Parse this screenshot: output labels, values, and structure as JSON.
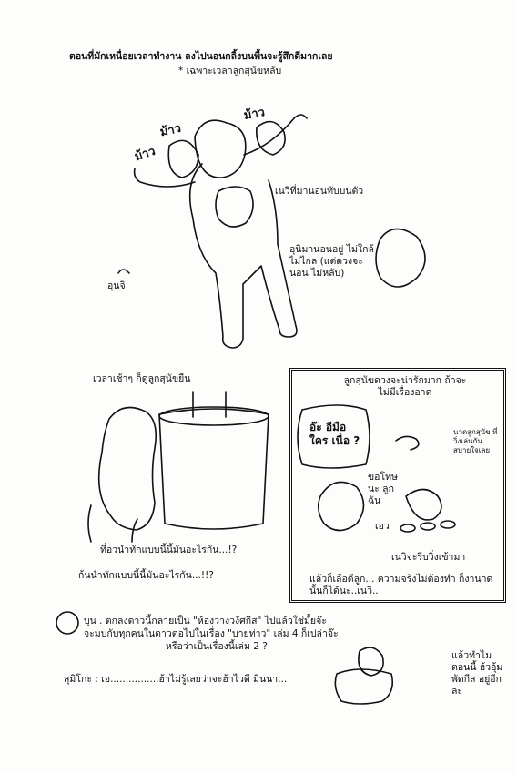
{
  "header": {
    "line1": "ตอนที่มักเหนื่อยเวลาทำงาน ลงไปนอนกลิ้งบนพื้นจะรู้สึกดีมากเลย",
    "line2": "* เฉพาะเวลาลูกสุนัขหลับ"
  },
  "top_scene": {
    "cat_sound_1": "ม้าว",
    "cat_sound_2": "ม้าว",
    "cat_sound_3": "ม้าว",
    "label_cats_on_me": "เนวิที่มานอนทับบนตัว",
    "label_unji_sleeping": "อุนิมานอนอยู่ ไม่ใกล้ไม่ไกล (แต่ดวงจะนอน ไม่หลับ)",
    "label_unji": "อุนจิ"
  },
  "middle_left": {
    "caption_top": "เวลาเช้าๆ ก็ดูลูกสุนัขยืน",
    "caption_1": "ที่อวนำทักแบบนี้นี้มันอะไรกัน...!?",
    "caption_2": "ก้นนำทักแบบนี้นี้มันอะไรกัน...!!?"
  },
  "panel": {
    "title": "ลูกสุนัขดวงจะน่ารักมาก ถ้าจะไม่มีเรื่องอาด",
    "bubble": "อ๊ะ อีมือใคร เนื่อ ?",
    "note_right": "นวดลูกสุนัข ที่วิ่งเล่นกัน สบายใจเลย",
    "speech": "ขอโทษนะ ลูกฉัน",
    "sfx": "เอว",
    "caption_bottom": "เนวิจะรีบวิ่งเข้ามา",
    "footer": "แล้วก็เลือดีลูก... ความจริงไม่ต้องทำ ก็งานาดนั้นก็ได้นะ..เนวิ.."
  },
  "bottom": {
    "note_1": "บุน . ตกลงดาวนี้กลายเป็น \"ห้องวางวงัศกีส\" ไปแล้วใช่มั้ยจ๊ะ",
    "note_2": "จะมบกับทุกคนในดาวต่อไปในเรื่อง \"บายท่าว\" เล่ม 4 ก็เปล่าจ๊ะ",
    "note_3": "หรือว่าเป็นเรื่องนี้เล่ม 2 ?",
    "signature": "สุมิโกะ : เอ................ฮ้าไม่รู้เลยว่าจะฮ้าไวดี มินนา...",
    "bottom_right": "แล้วทำไม ตอนนี้ ฮ้วอุ้มพัดกีส อยู่อีกละ"
  }
}
